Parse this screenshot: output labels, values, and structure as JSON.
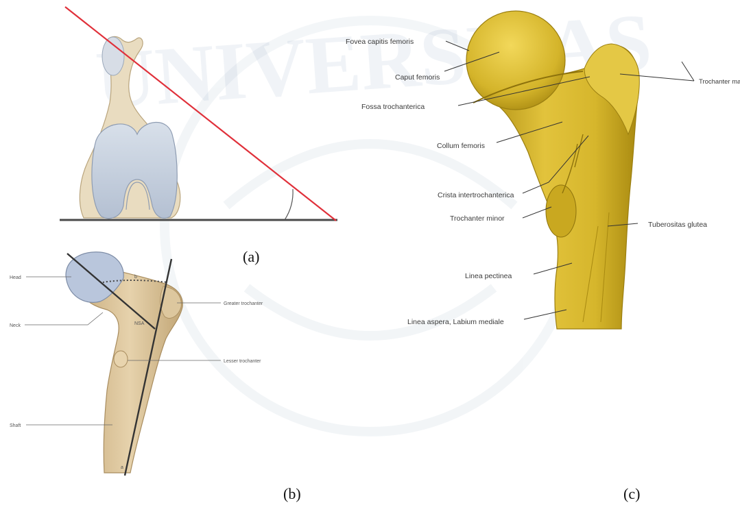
{
  "watermark": "UNIVERSITAS",
  "panels": {
    "a": {
      "caption": "(a)"
    },
    "b": {
      "caption": "(b)",
      "labels": {
        "head": "Head",
        "neck": "Neck",
        "shaft": "Shaft",
        "greater_trochanter": "Greater trochanter",
        "lesser_trochanter": "Lesser trochanter",
        "angle_text": "NSA",
        "letter_a": "a",
        "letter_b": "b"
      }
    },
    "c": {
      "caption": "(c)",
      "labels": {
        "fovea": "Fovea capitis femoris",
        "caput": "Caput femoris",
        "fossa": "Fossa trochanterica",
        "collum": "Collum femoris",
        "crista": "Crista intertrochanterica",
        "trochanter_minor": "Trochanter minor",
        "linea_pectinea": "Linea pectinea",
        "linea_aspera": "Linea aspera, Labium mediale",
        "trochanter_major": "Trochanter major",
        "tuberositas": "Tuberositas glutea"
      }
    }
  },
  "colors": {
    "bone_a": "#e9dcc0",
    "cartilage": "#c9d3e0",
    "red_line": "#e0303a",
    "bone_b": "#d8c29c",
    "head_b": "#b9c6dc",
    "bone_c": "#d9b82a",
    "bone_c_dark": "#a98a12"
  }
}
